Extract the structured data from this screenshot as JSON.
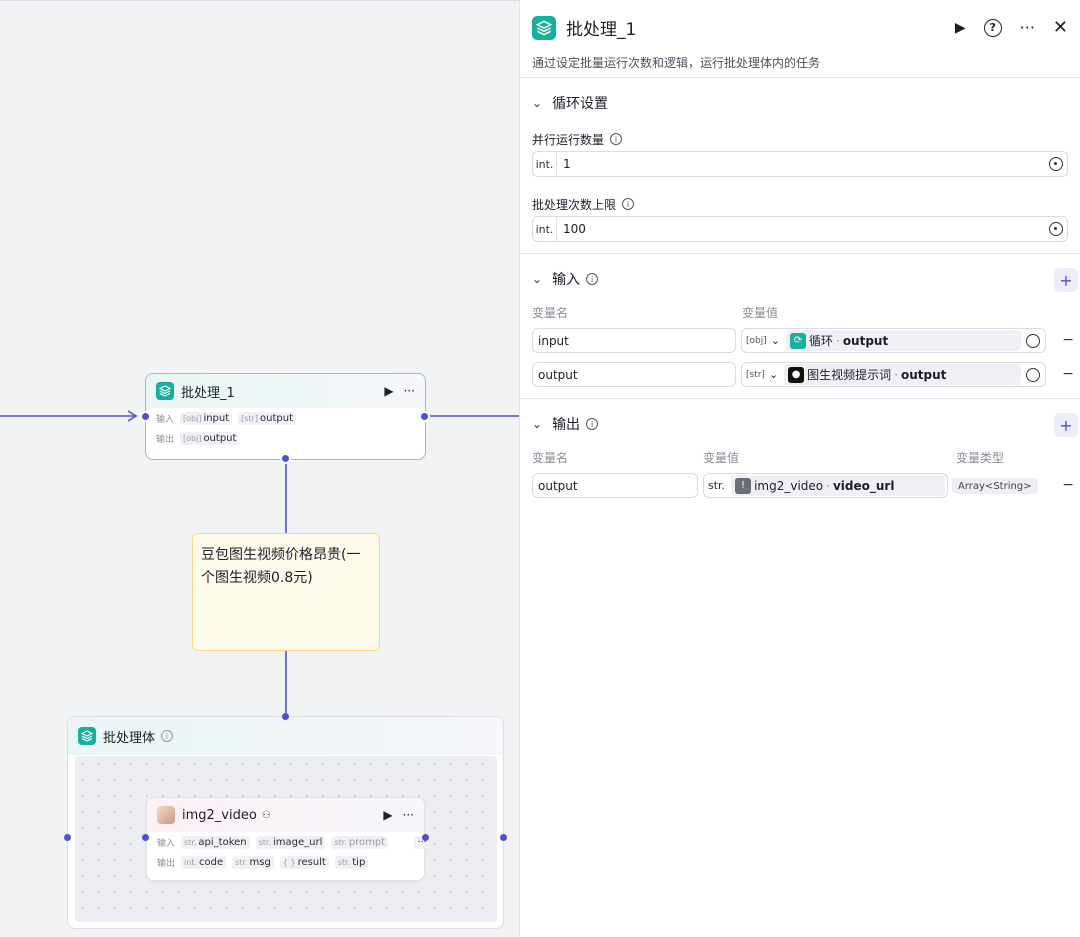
{
  "canvas": {
    "batch_node": {
      "title": "批处理_1",
      "input_label": "输入",
      "output_label": "输出",
      "inputs": [
        {
          "type": "[obj]",
          "name": "input"
        },
        {
          "type": "[str]",
          "name": "output"
        }
      ],
      "outputs": [
        {
          "type": "[obj]",
          "name": "output"
        }
      ]
    },
    "note": {
      "text": "豆包图生视频价格昂贵(一个图生视频0.8元)"
    },
    "body_node": {
      "title": "批处理体"
    },
    "video_node": {
      "title": "img2_video",
      "input_label": "输入",
      "output_label": "输出",
      "inputs": [
        {
          "type": "str.",
          "name": "api_token"
        },
        {
          "type": "str.",
          "name": "image_url"
        },
        {
          "type": "str.",
          "name": "prompt"
        }
      ],
      "more": "···",
      "outputs": [
        {
          "type": "int.",
          "name": "code"
        },
        {
          "type": "str.",
          "name": "msg"
        },
        {
          "type": "{ }",
          "name": "result"
        },
        {
          "type": "str.",
          "name": "tip"
        }
      ]
    }
  },
  "panel": {
    "title": "批处理_1",
    "description": "通过设定批量运行次数和逻辑，运行批处理体内的任务",
    "loop_settings": {
      "heading": "循环设置",
      "parallel": {
        "label": "并行运行数量",
        "type": "int.",
        "value": "1"
      },
      "max_runs": {
        "label": "批处理次数上限",
        "type": "int.",
        "value": "100"
      }
    },
    "inputs": {
      "heading": "输入",
      "col_name": "变量名",
      "col_value": "变量值",
      "rows": [
        {
          "name": "input",
          "type": "[obj]",
          "source_node": "循环",
          "source_var": "output",
          "icon_color": "#17b09c"
        },
        {
          "name": "output",
          "type": "[str]",
          "source_node": "图生视频提示词",
          "source_var": "output",
          "icon_color": "#111111"
        }
      ]
    },
    "outputs": {
      "heading": "输出",
      "col_name": "变量名",
      "col_value": "变量值",
      "col_type": "变量类型",
      "rows": [
        {
          "name": "output",
          "type": "str.",
          "source_node": "img2_video",
          "source_var": "video_url",
          "var_type": "Array<String>",
          "icon_color": "#6b6d78"
        }
      ]
    }
  },
  "colors": {
    "accent": "#4e4fd8",
    "node_icon": "#17b09c",
    "note_bg": "#fffbea"
  }
}
